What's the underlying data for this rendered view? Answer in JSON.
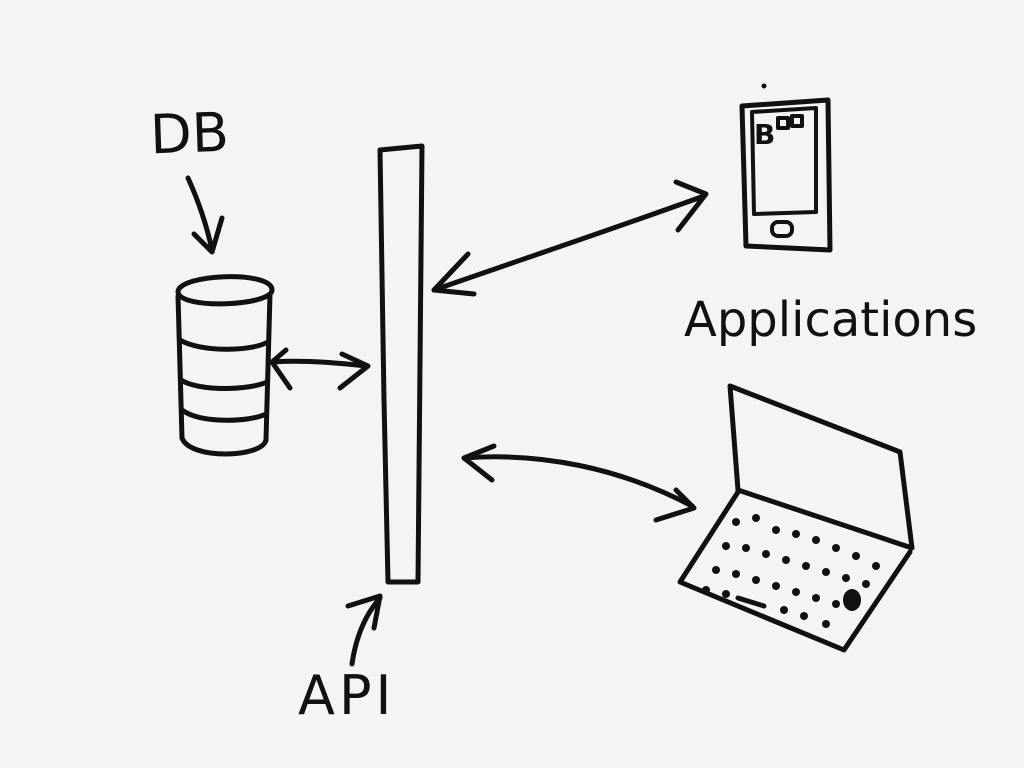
{
  "diagram": {
    "labels": {
      "db": "DB",
      "api": "API",
      "applications": "Applications"
    },
    "colors": {
      "background": "#f4f4f4",
      "ink": "#111111"
    },
    "icons": [
      "database-icon",
      "api-bar",
      "phone-icon",
      "laptop-icon"
    ]
  }
}
